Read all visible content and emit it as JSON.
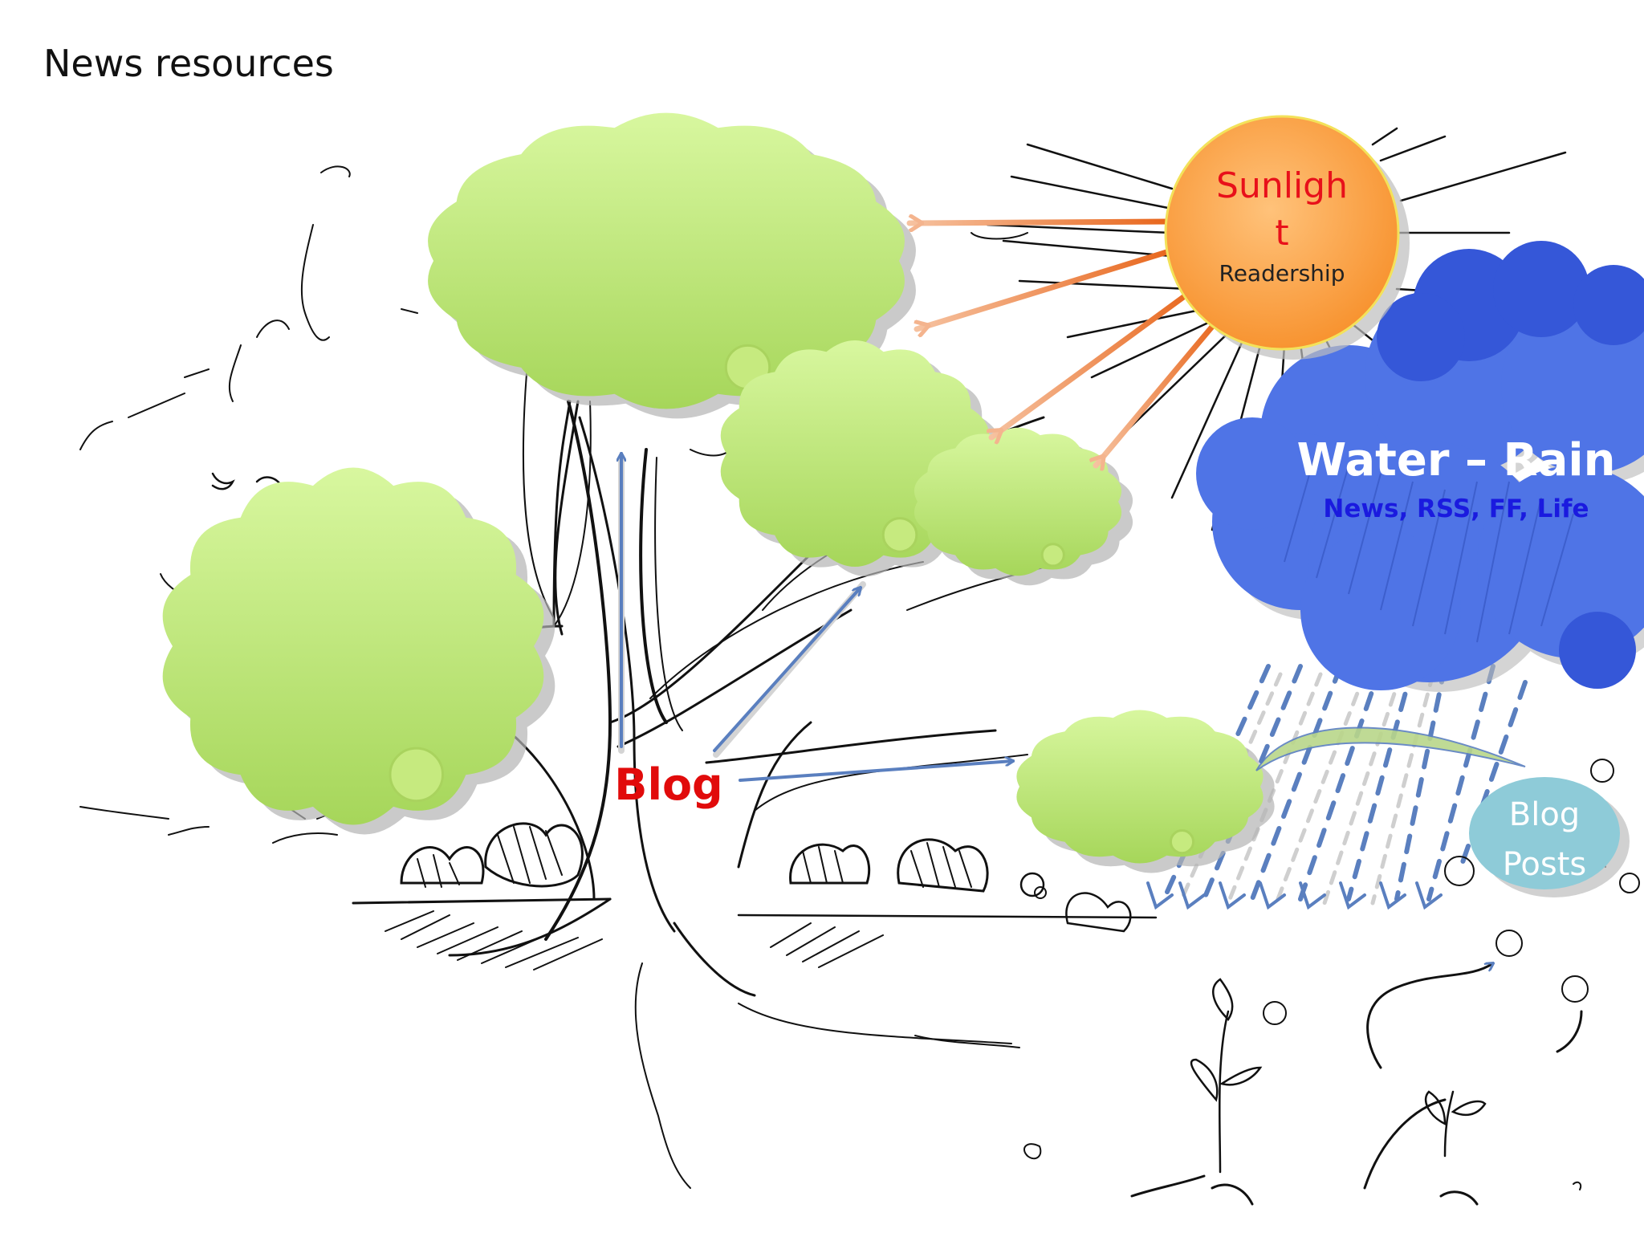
{
  "title": "News resources",
  "sun": {
    "label_line1": "Sunligh",
    "label_line2": "t",
    "sublabel": "Readership"
  },
  "rain_cloud": {
    "label": "Water – Rain",
    "sublabel": "News, RSS, FF, Life"
  },
  "trunk": {
    "label": "Blog"
  },
  "posts": {
    "label_line1": "Blog",
    "label_line2": "Posts"
  },
  "colors": {
    "foliage_light": "#d4f59a",
    "foliage_dark": "#a9d85e",
    "sun_light": "#ffb566",
    "sun_dark": "#f7922f",
    "sun_text": "#e8101a",
    "rain_blue": "#4f74e6",
    "rain_text": "#1a1adf",
    "blog_text": "#e10b0b",
    "posts_fill": "#8ecbd8",
    "arrow_blue": "#5a7fbf",
    "ray_orange": "#ef7a29"
  }
}
